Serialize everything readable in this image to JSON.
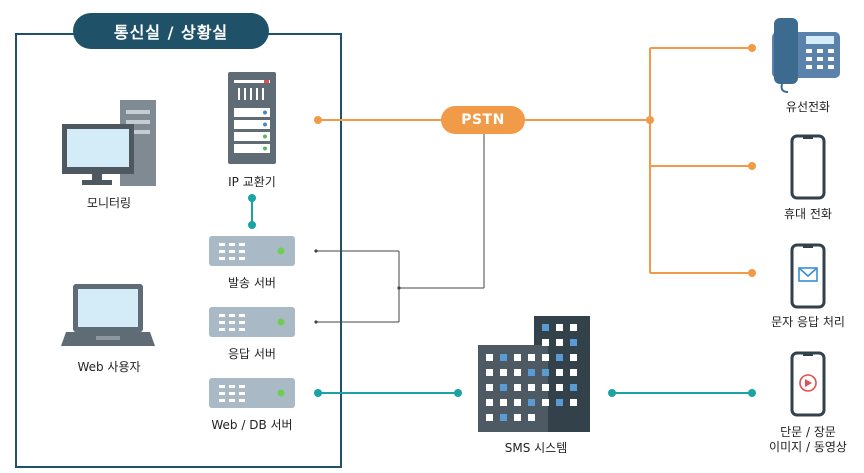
{
  "room_title": "통신실 / 상황실",
  "network_label": "PSTN",
  "nodes": {
    "monitoring": "모니터링",
    "web_user": "Web 사용자",
    "ip_exchange": "IP 교환기",
    "send_server": "발송 서버",
    "response_server": "응답 서버",
    "web_db_server": "Web / DB 서버",
    "sms_system": "SMS 시스템",
    "wired_phone": "유선전화",
    "mobile_phone": "휴대 전화",
    "text_response": "문자 응답 처리",
    "media_line1": "단문 / 장문",
    "media_line2": "이미지 / 동영상"
  },
  "colors": {
    "frame": "#1f5169",
    "orange": "#f19a48",
    "teal": "#1ba3a3",
    "dark_line": "#444444",
    "device_gray": "#5f6b75",
    "screen_blue": "#d4ebf8",
    "server_bar": "#a9bac6",
    "phone_blue": "#3d6a8f"
  },
  "icons": [
    "desktop-computer-icon",
    "laptop-icon",
    "ip-exchange-rack-icon",
    "server-icon",
    "building-icon",
    "desk-phone-icon",
    "mobile-phone-icon",
    "message-icon",
    "video-play-icon"
  ]
}
